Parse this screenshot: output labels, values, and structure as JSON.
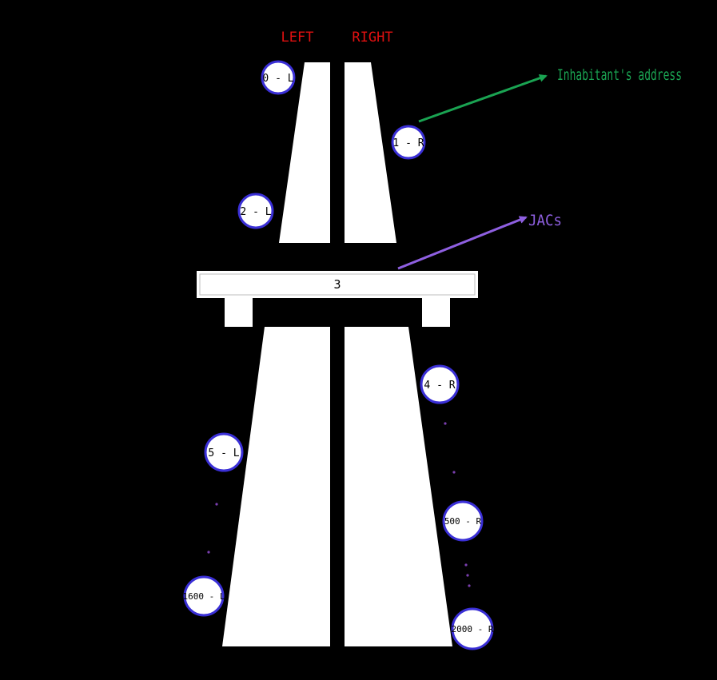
{
  "lanes": {
    "left_label": "LEFT",
    "right_label": "RIGHT",
    "label_color": "#e01010"
  },
  "bridge": {
    "label": "3"
  },
  "markers": [
    {
      "id": "0-l",
      "label": "0 - L"
    },
    {
      "id": "1-r",
      "label": "1 - R"
    },
    {
      "id": "2-l",
      "label": "2 - L"
    },
    {
      "id": "4-r",
      "label": "4 - R"
    },
    {
      "id": "5-l",
      "label": "5 - L"
    },
    {
      "id": "500-r",
      "label": "500 - R"
    },
    {
      "id": "1600-l",
      "label": "1600 - L"
    },
    {
      "id": "2000-r",
      "label": "2000 - R"
    }
  ],
  "marker_style": {
    "fill": "#ffffff",
    "stroke": "#3a2fd6"
  },
  "annotations": {
    "address": {
      "label": "Inhabitant's address",
      "color": "#1aa352"
    },
    "jacs": {
      "label": "JACs",
      "color": "#8e5fe0"
    }
  },
  "ellipsis_dot_color": "#7b3fb0"
}
